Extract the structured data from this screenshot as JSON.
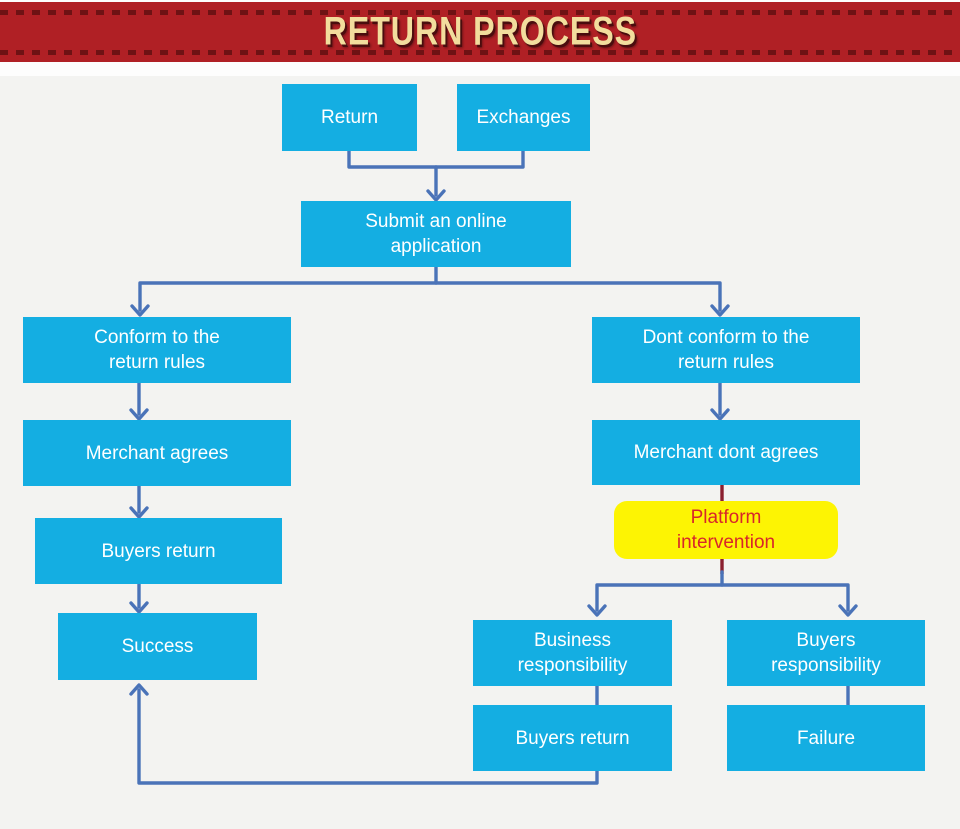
{
  "header": {
    "title": "RETURN PROCESS"
  },
  "nodes": {
    "return": {
      "label": "Return"
    },
    "exchanges": {
      "label": "Exchanges"
    },
    "submit": {
      "label": "Submit an online\napplication"
    },
    "conform": {
      "label": "Conform to the\nreturn rules"
    },
    "dont_conform": {
      "label": "Dont conform to the\nreturn rules"
    },
    "merchant_agrees": {
      "label": "Merchant agrees"
    },
    "merchant_dont_agrees": {
      "label": "Merchant dont agrees"
    },
    "platform": {
      "label": "Platform\nintervention"
    },
    "buyers_return_left": {
      "label": "Buyers return"
    },
    "success": {
      "label": "Success"
    },
    "business_resp": {
      "label": "Business\nresponsibility"
    },
    "buyers_resp": {
      "label": "Buyers\nresponsibility"
    },
    "buyers_return_right": {
      "label": "Buyers return"
    },
    "failure": {
      "label": "Failure"
    }
  },
  "colors": {
    "banner_bg": "#b02025",
    "banner_dash": "#6e1214",
    "banner_text": "#f2dd9d",
    "node_bg": "#14aee2",
    "node_text": "#ffffff",
    "platform_bg": "#fdf403",
    "platform_text": "#d8262a",
    "connector": "#4a73b8",
    "connector_red": "#8a1f2f",
    "page_bg": "#f3f3f1"
  }
}
